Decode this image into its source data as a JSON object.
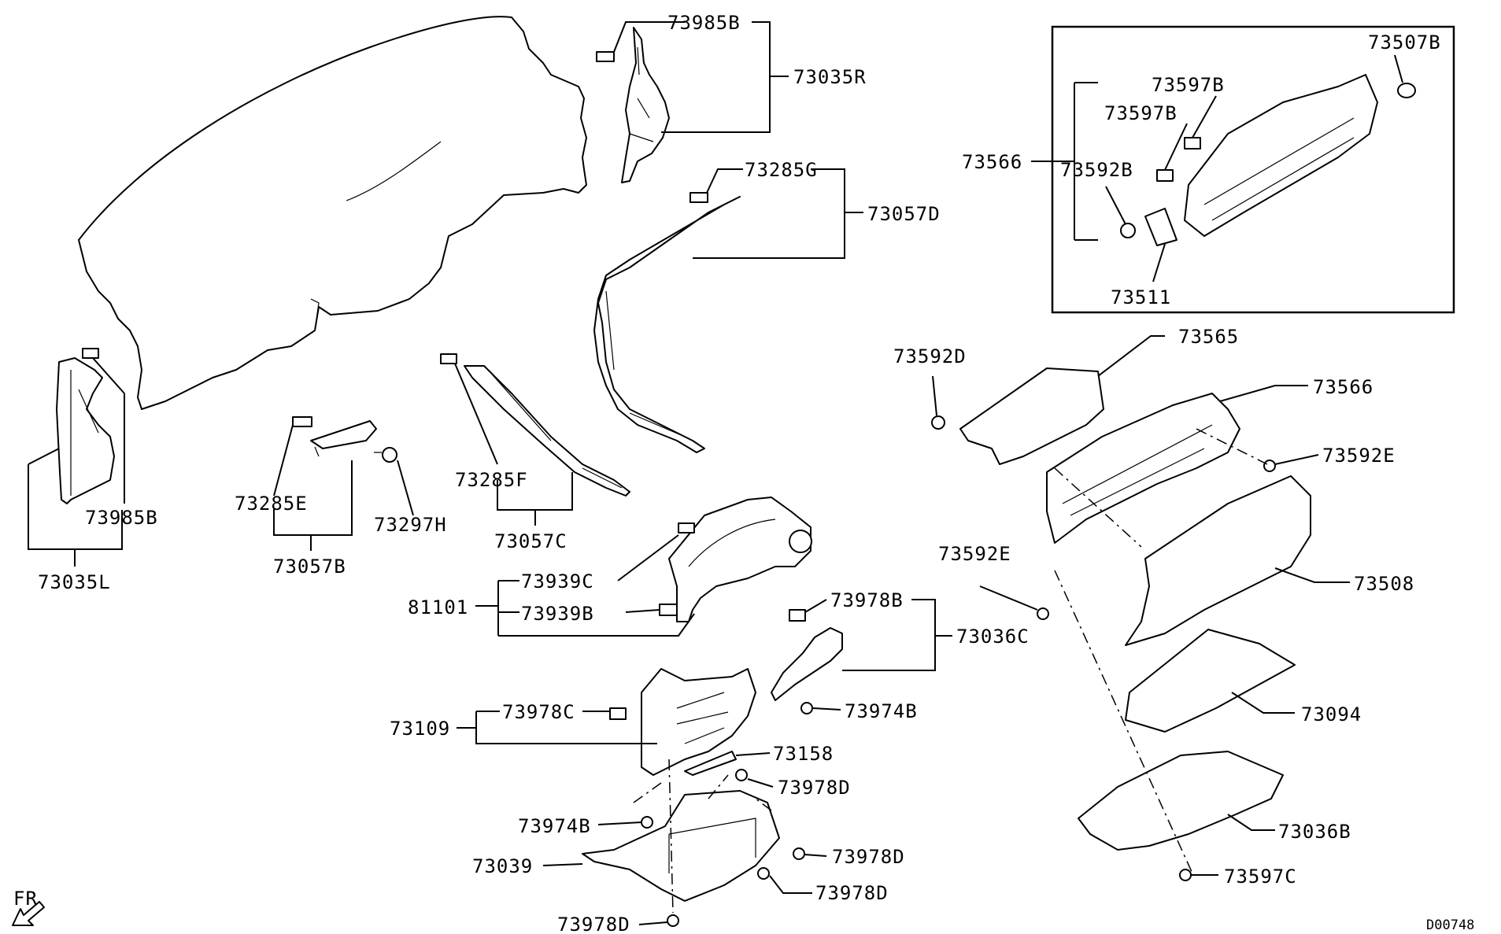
{
  "labels": {
    "l73985B_top": "73985B",
    "l73035R": "73035R",
    "l73285G": "73285G",
    "l73057D": "73057D",
    "l73566_box": "73566",
    "l73507B": "73507B",
    "l73597B_a": "73597B",
    "l73597B_b": "73597B",
    "l73592B": "73592B",
    "l73511": "73511",
    "l73565": "73565",
    "l73592D": "73592D",
    "l73566": "73566",
    "l73592E_a": "73592E",
    "l73592E_b": "73592E",
    "l73508": "73508",
    "l73094": "73094",
    "l73036B": "73036B",
    "l73597C": "73597C",
    "l73985B_left": "73985B",
    "l73035L": "73035L",
    "l73285E": "73285E",
    "l73297H": "73297H",
    "l73057B": "73057B",
    "l73285F": "73285F",
    "l73057C": "73057C",
    "l73939C": "73939C",
    "l81101": "81101",
    "l73939B": "73939B",
    "l73978B": "73978B",
    "l73036C": "73036C",
    "l73974B_a": "73974B",
    "l73109": "73109",
    "l73978C": "73978C",
    "l73158": "73158",
    "l73978D_a": "73978D",
    "l73974B_b": "73974B",
    "l73978D_b": "73978D",
    "l73039": "73039",
    "l73978D_c": "73978D",
    "l73978D_d": "73978D",
    "fr": "FR",
    "code": "D00748"
  },
  "icons": {
    "front_arrow": "front-direction-arrow-icon"
  }
}
